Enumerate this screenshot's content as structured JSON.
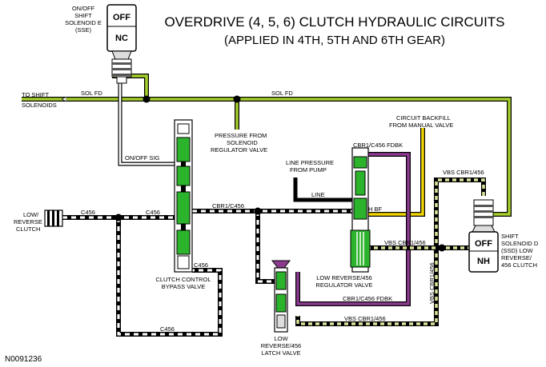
{
  "title": "OVERDRIVE (4, 5, 6) CLUTCH HYDRAULIC CIRCUITS",
  "subtitle": "(APPLIED IN 4TH, 5TH AND 6TH GEAR)",
  "figure_id": "N0091236",
  "solenoid_e": {
    "state_top": "OFF",
    "state_bottom": "NC",
    "label": [
      "ON/OFF",
      "SHIFT",
      "SOLENOID E",
      "(SSE)"
    ]
  },
  "solenoid_d": {
    "state_top": "OFF",
    "state_bottom": "NH",
    "label": [
      "SHIFT",
      "SOLENOID D",
      "(SSD) LOW",
      "REVERSE/",
      "456 CLUTCH"
    ]
  },
  "labels": {
    "to_shift_solenoids": [
      "TO SHIFT",
      "SOLENOIDS"
    ],
    "sol_fd_1": "SOL FD",
    "sol_fd_2": "SOL FD",
    "pressure_from": [
      "PRESSURE FROM",
      "SOLENOID",
      "REGULATOR VALVE"
    ],
    "on_off_sig": "ON/OFF SIG",
    "circuit_backfill": [
      "CIRCUIT BACKFILL",
      "FROM MANUAL VALVE"
    ],
    "cbr1_c456_fdbk_top": "CBR1/C456 FDBK",
    "line_pressure": [
      "LINE PRESSURE",
      "FROM PUMP"
    ],
    "line": "LINE",
    "vbs_cbr1_456_top": "VBS CBR1/456",
    "low_reverse_clutch": [
      "LOW/",
      "REVERSE",
      "CLUTCH"
    ],
    "c456_left": "C456",
    "c456_mid": "C456",
    "cbr1_c456": "CBR1/C456",
    "exh_bf": "EXH BF",
    "vbs_cbr1_456_mid": "VBS CBR1/456",
    "c456_lower": "C456",
    "clutch_control": [
      "CLUTCH CONTROL",
      "BYPASS VALVE"
    ],
    "low_reverse_reg": [
      "LOW REVERSE/456",
      "REGULATOR VALVE"
    ],
    "cbr1_c456_fdbk_bottom": "CBR1/C456 FDBK",
    "vbs_cbr1_456_vert": "VBS CBR1/456",
    "c456_bottom": "C456",
    "vbs_cbr1_456_bottom": "VBS CBR1/456",
    "latch_valve": [
      "LOW",
      "REVERSE/456",
      "LATCH VALVE"
    ]
  },
  "colors": {
    "sol_fd": "#a6cf2c",
    "vbs": "#dde39a",
    "line_pressure": "#000000",
    "backfill": "#f0d400",
    "fdbk": "#8b3a8e",
    "valve": "#2cb32c"
  }
}
